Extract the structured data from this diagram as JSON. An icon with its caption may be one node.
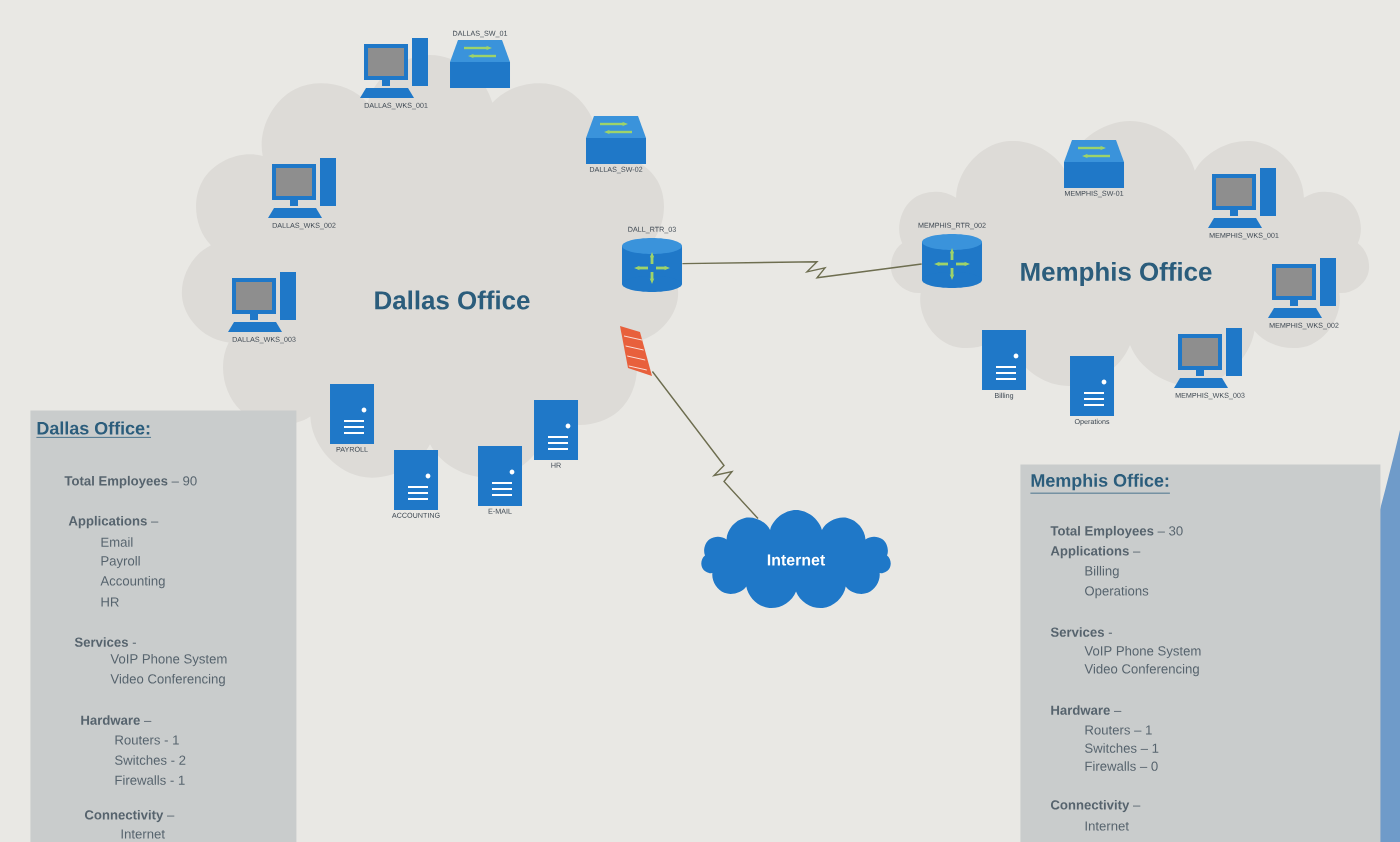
{
  "diagram": {
    "nodes": [
      {
        "text": [
          "Dallas Office"
        ]
      },
      {
        "text": [
          "Memphis Office"
        ]
      },
      {
        "text": [
          "DALLAS_SW_01"
        ]
      },
      {
        "text": [
          "DALLAS_WKS_001"
        ]
      },
      {
        "text": [
          "DALLAS_SW-02"
        ]
      },
      {
        "text": [
          "DALLAS_WKS_002"
        ]
      },
      {
        "text": [
          "DALL_RTR_03"
        ]
      },
      {
        "text": [
          "DALLAS_WKS_003"
        ]
      },
      {
        "text": [],
        "shape": "firewall"
      },
      {
        "text": [
          "PAYROLL"
        ]
      },
      {
        "text": [
          "ACCOUNTING"
        ]
      },
      {
        "text": [
          "E-MAIL"
        ]
      },
      {
        "text": [
          "HR"
        ]
      },
      {
        "text": [
          "MEMPHIS_RTR_002"
        ]
      },
      {
        "text": [
          "MEMPHIS_SW-01"
        ]
      },
      {
        "text": [
          "MEMPHIS_WKS_001"
        ]
      },
      {
        "text": [
          "MEMPHIS_WKS_002"
        ]
      },
      {
        "text": [
          "MEMPHIS_WKS_003"
        ]
      },
      {
        "text": [
          "Billing"
        ]
      },
      {
        "text": [
          "Operations"
        ]
      },
      {
        "text": [
          "Internet"
        ]
      },
      {
        "text": [
          "Dallas Office:",
          "**Total Employees** – 90",
          "**Applications** –",
          "Email",
          "Payroll",
          "Accounting",
          "HR",
          "**Services** -",
          "VoIP Phone System",
          "Video Conferencing",
          "**Hardware** –",
          "Routers - 1",
          "Switches  - 2",
          "Firewalls - 1",
          "**Connectivity** –",
          "Internet"
        ]
      },
      {
        "text": [
          "Memphis Office:",
          "**Total Employees** – 30",
          "**Applications** –",
          "Billing",
          "Operations",
          "**Services** -",
          "VoIP Phone System",
          "Video Conferencing",
          "**Hardware** –",
          "Routers – 1",
          "Switches – 1",
          "Firewalls – 0",
          "**Connectivity** –",
          "Internet"
        ]
      }
    ],
    "edges": [
      {
        "from": 6,
        "to": 13,
        "arrow": "none"
      },
      {
        "from": 8,
        "to": 20,
        "arrow": "none"
      }
    ]
  }
}
